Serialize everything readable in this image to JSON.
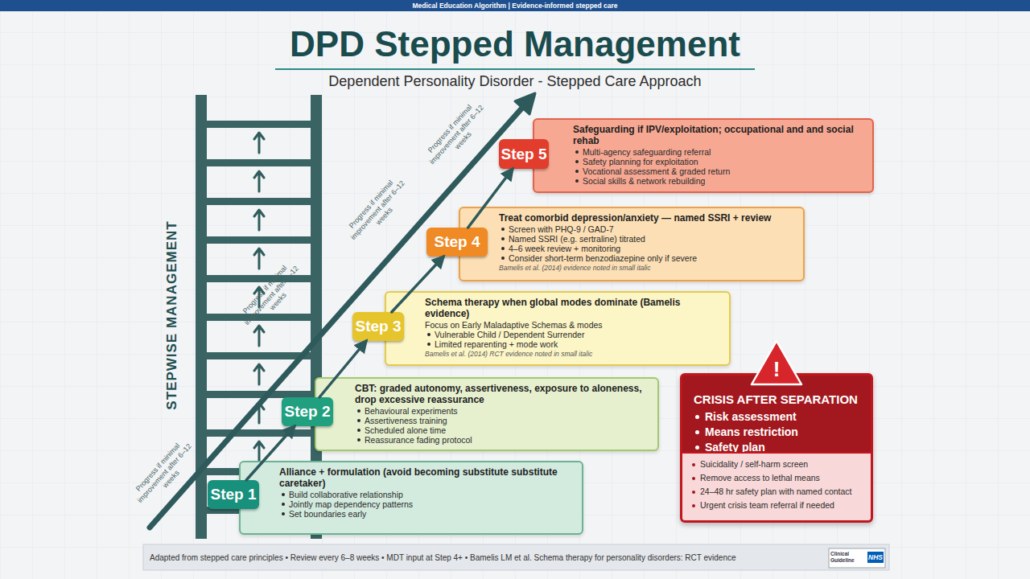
{
  "diagram": {
    "title": "DPD Stepped Management",
    "caption": "Dependent Personality Disorder - Stepped Care Approach",
    "nodes": [
      {
        "text": [
          "Alliance + formulation (avoid becoming substitute substitute caretaker)",
          "Build collaborative relationship",
          "Jointly map dependency patterns",
          "Set boundaries early"
        ]
      },
      {
        "text": [
          "Step 1"
        ],
        "in": 0
      },
      {
        "text": [
          "CBT: graded autonomy, assertiveness, exposure to aloneness, drop excessive reassurance",
          "Behavioural experiments",
          "Assertiveness training",
          "Scheduled alone time",
          "Reassurance fading protocol"
        ]
      },
      {
        "text": [
          "Step 2"
        ],
        "in": 2
      },
      {
        "text": [
          "Schema therapy when global modes dominate (Bamelis evidence)",
          "Focus on Early Maladaptive Schemas & modes",
          "Vulnerable Child / Dependent Surrender",
          "Limited reparenting + mode work",
          "Bamelis et al. (2014) RCT evidence noted in small italic"
        ]
      },
      {
        "text": [
          "Step 3"
        ],
        "in": 4
      },
      {
        "text": [
          "Treat comorbid depression/anxiety — named SSRI + review",
          "Screen with PHQ-9 / GAD-7",
          "Named SSRI (e.g. sertraline) titrated",
          "4–6 week review + monitoring",
          "Consider short-term benzodiazepine only if severe",
          "Bamelis et al. (2014) evidence noted in small italic"
        ]
      },
      {
        "text": [
          "Step 4"
        ],
        "in": 6
      },
      {
        "text": [
          "Safeguarding if IPV/exploitation; occupational and and social rehab",
          "Multi-agency safeguarding referral",
          "Safety planning for exploitation",
          "Vocational assessment & graded return",
          "Social skills & network rebuilding"
        ]
      },
      {
        "text": [
          "Step 5"
        ],
        "in": 8
      },
      {
        "text": [
          "CRISIS AFTER SEPARATION",
          "Risk assessment",
          "Means restriction",
          "Safety plan"
        ]
      },
      {
        "text": [
          "Suicidality / self-harm screen",
          "Remove access to lethal means",
          "24–48 hr safety plan with named contact",
          "Urgent crisis team referral if needed"
        ],
        "in": 10
      }
    ],
    "edges": [
      {
        "from": 1,
        "to": 3,
        "arrow": "to"
      },
      {
        "from": 3,
        "to": 5,
        "arrow": "to"
      },
      {
        "from": 5,
        "to": 7,
        "arrow": "to"
      },
      {
        "from": 7,
        "to": 9,
        "arrow": "to"
      }
    ],
    "labels": [
      "Medical Education Algorithm | Evidence-informed stepped care",
      "STEPWISE MANAGEMENT",
      "Progress if minimal improvement after 6–12 weeks",
      "Progress if minimal improvement after 6–12 weeks",
      "Progress if minimal improvement after 6–12 weeks",
      "Progress if minimal improvement after 6–12 weeks",
      "!",
      "Adapted from stepped care principles • Review every 6–8 weeks • MDT input at Step 4+ • Bamelis LM et al. Schema therapy for personality disorders: RCT evidence",
      "Clinical Guideline",
      "NHS"
    ]
  }
}
